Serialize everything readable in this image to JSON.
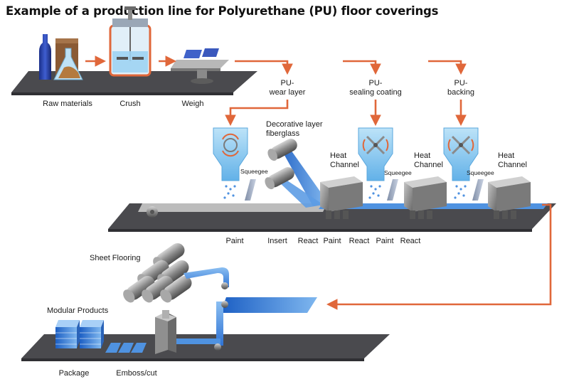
{
  "title": "Example of a production line for Polyurethane (PU) floor coverings",
  "stages": {
    "raw_materials": "Raw materials",
    "crush": "Crush",
    "weigh": "Weigh"
  },
  "inputs": {
    "wear_layer": [
      "PU-",
      "wear layer"
    ],
    "sealing_coating": [
      "PU-",
      "sealing coating"
    ],
    "backing": [
      "PU-",
      "backing"
    ],
    "decorative": [
      "Decorative layer",
      "fiberglass"
    ]
  },
  "squeegee": "Squeegee",
  "heat_channel": [
    "Heat",
    "Channel"
  ],
  "line_steps": [
    "Paint",
    "Insert",
    "React",
    "Paint",
    "React",
    "Paint",
    "React"
  ],
  "outputs": {
    "sheet_flooring": "Sheet Flooring",
    "modular_products": "Modular Products",
    "package": "Package",
    "emboss_cut": "Emboss/cut"
  },
  "colors": {
    "arrow": "#e0673a",
    "conveyor": "#4a4a4e",
    "pu_blue": "#3f86d9",
    "hopper": "#8ccaf0"
  }
}
